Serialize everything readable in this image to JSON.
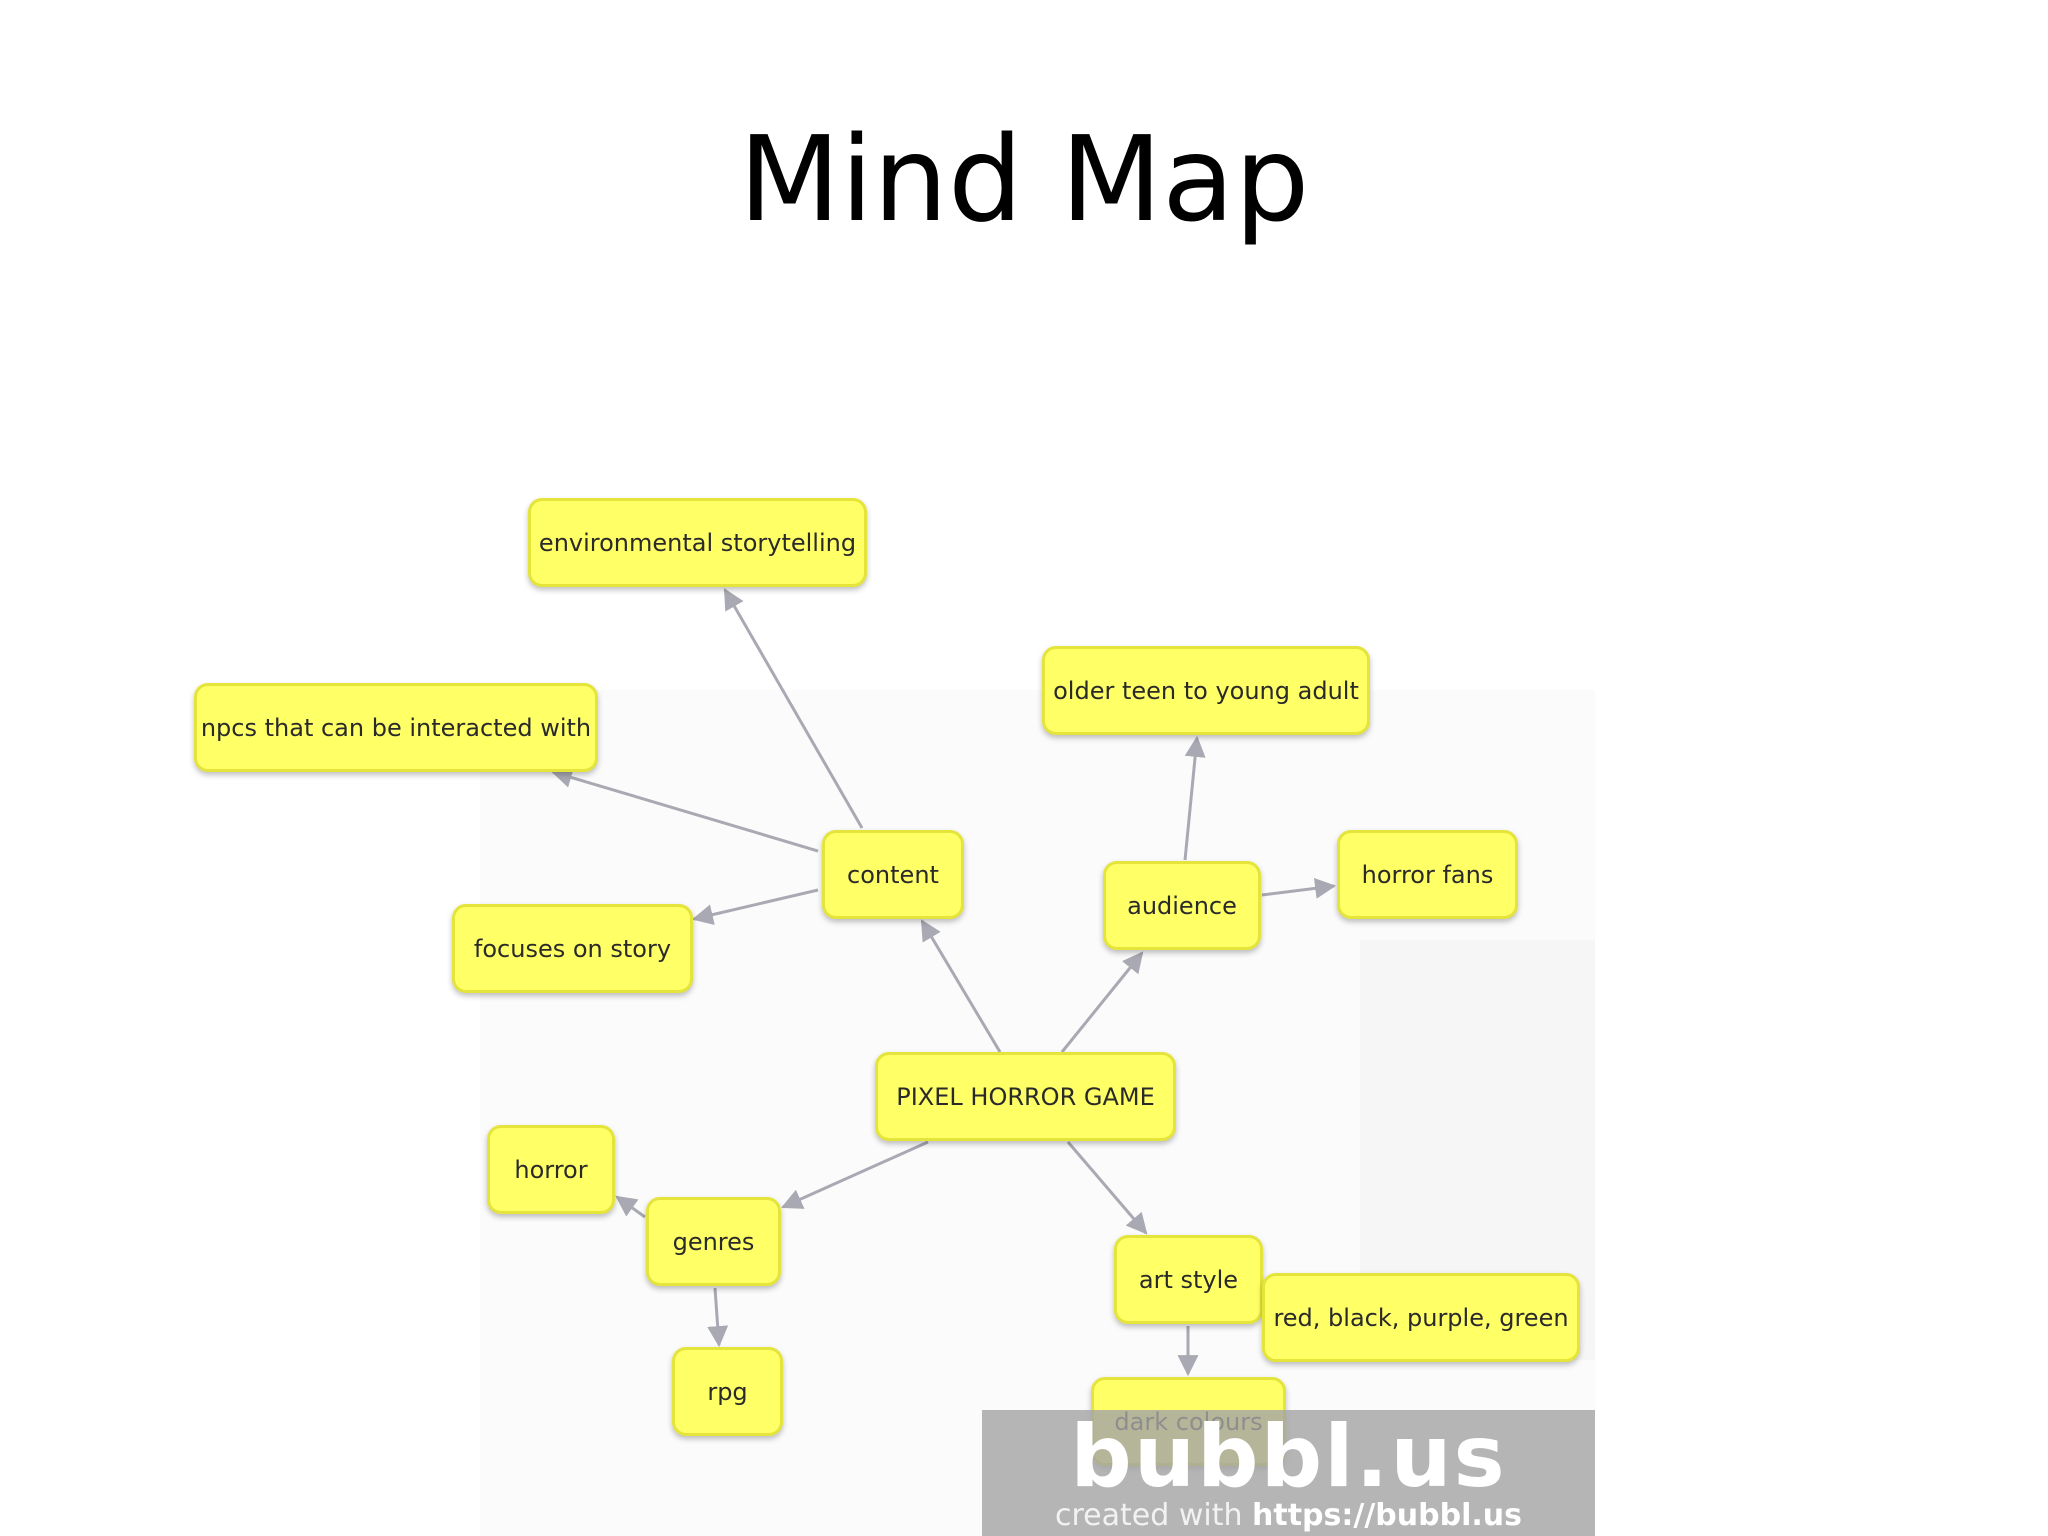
{
  "slide": {
    "title": "Mind Map"
  },
  "mindmap": {
    "root": "PIXEL HORROR GAME",
    "nodes": {
      "content": "content",
      "environmental_storytelling": "environmental storytelling",
      "npcs": "npcs that can be interacted with",
      "focuses_on_story": "focuses on story",
      "audience": "audience",
      "older_teen": "older teen to young adult",
      "horror_fans": "horror fans",
      "genres": "genres",
      "horror": "horror",
      "rpg": "rpg",
      "art_style": "art style",
      "colors": "red, black, purple, green",
      "dark_colours": "dark colours"
    },
    "node_color": "#ffff66",
    "edge_color": "#a9a9b3"
  },
  "watermark": {
    "logo": "bubbl.us",
    "prefix": "created with ",
    "url": "https://bubbl.us"
  }
}
